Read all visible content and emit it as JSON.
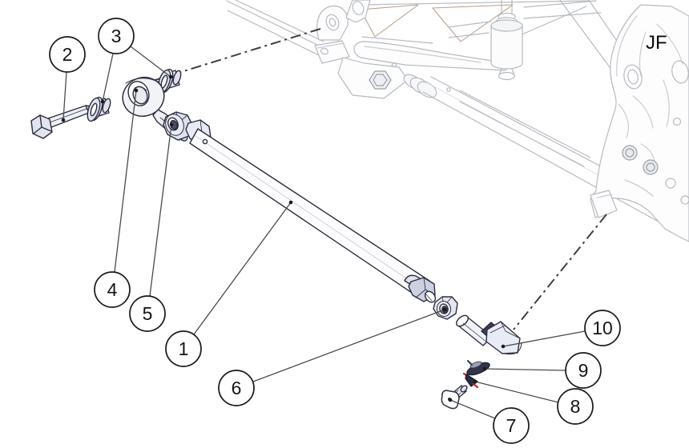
{
  "diagram": {
    "kind": "exploded-parts-illustration",
    "reference_label": "JF",
    "callouts": [
      {
        "number": "1",
        "part": "tie-rod-tube"
      },
      {
        "number": "2",
        "part": "hex-bolt"
      },
      {
        "number": "3",
        "part": "tapered-spacers"
      },
      {
        "number": "4",
        "part": "rod-end-bearing"
      },
      {
        "number": "5",
        "part": "jam-nut-upper"
      },
      {
        "number": "6",
        "part": "jam-nut-lower"
      },
      {
        "number": "7",
        "part": "hex-bolt-small"
      },
      {
        "number": "8",
        "part": "lock-pin-highlighted"
      },
      {
        "number": "9",
        "part": "washer"
      },
      {
        "number": "10",
        "part": "rod-end-housing"
      }
    ],
    "colors": {
      "background": "#ffffff",
      "part_line": "#2c2d3f",
      "frame_line": "#b6bac0",
      "gusset_accent": "#b89c88",
      "highlight_red": "#c32222",
      "balloon_stroke": "#1c1c1c"
    }
  }
}
